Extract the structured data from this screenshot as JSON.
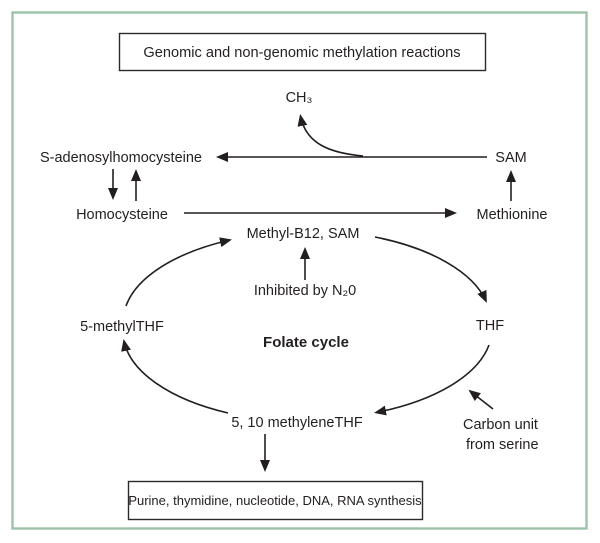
{
  "figure": {
    "border_color": "#9cc3a8",
    "ink_color": "#231f20",
    "title_box": {
      "label": "Genomic and non-genomic methylation reactions"
    },
    "bottom_box": {
      "label": "Purine, thymidine, nucleotide, DNA, RNA synthesis"
    },
    "labels": {
      "ch3": "CH₃",
      "sah": "S-adenosylhomocysteine",
      "sam": "SAM",
      "homocysteine": "Homocysteine",
      "methionine": "Methionine",
      "methyl_b12_sam": "Methyl-B12, SAM",
      "inhibited_by_n2o": "Inhibited by N₂0",
      "five_methyl_thf": "5-methylTHF",
      "folate_cycle": "Folate cycle",
      "thf": "THF",
      "methylene_thf": "5, 10 methyleneTHF",
      "carbon_unit_line1": "Carbon unit",
      "carbon_unit_line2": "from serine"
    }
  }
}
